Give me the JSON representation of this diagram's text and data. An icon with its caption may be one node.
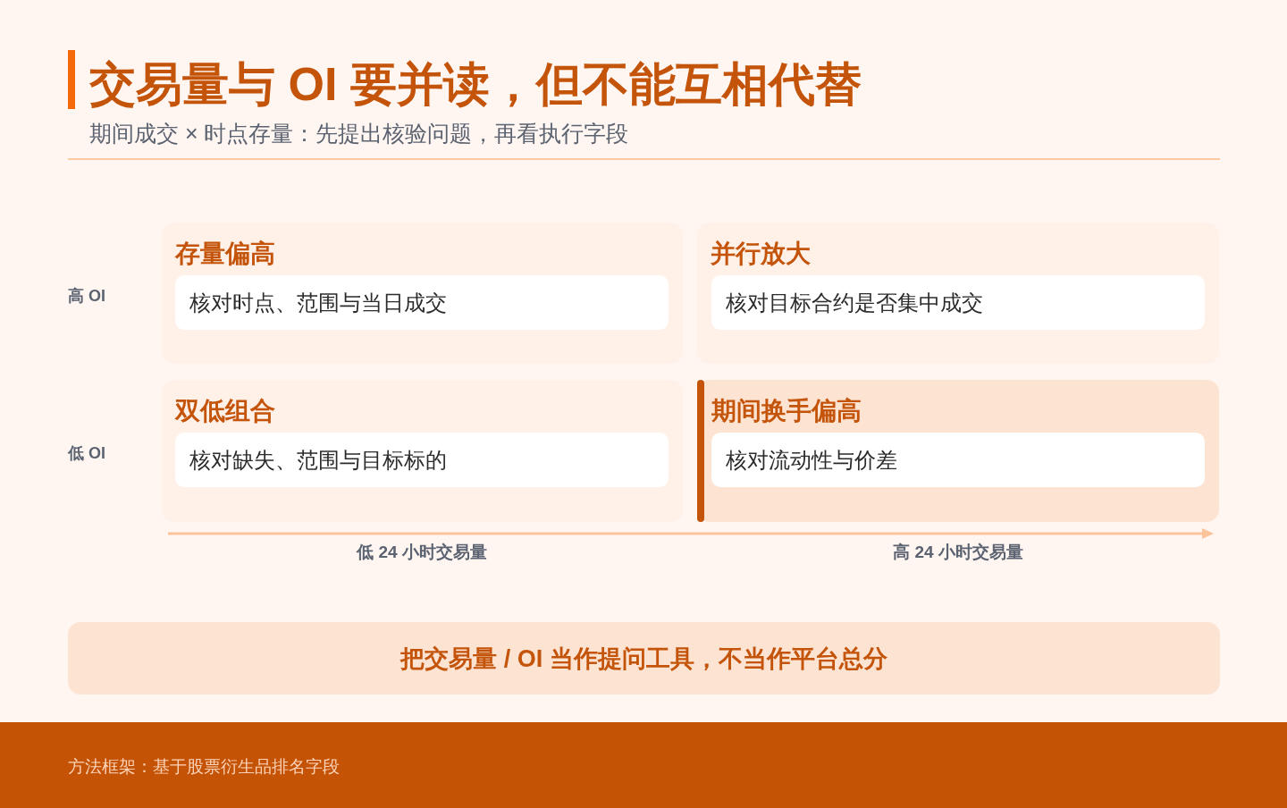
{
  "diagram": {
    "title": "交易量与 OI 要并读，但不能互相代替",
    "nodes": [
      {
        "text": [
          "存量偏高"
        ]
      },
      {
        "text": [
          "核对时点、范围与当日成交"
        ],
        "in": 0
      },
      {
        "text": [
          "并行放大"
        ]
      },
      {
        "text": [
          "核对目标合约是否集中成交"
        ],
        "in": 2
      },
      {
        "text": [
          "双低组合"
        ]
      },
      {
        "text": [
          "核对缺失、范围与目标标的"
        ],
        "in": 4
      },
      {
        "text": [
          "期间换手偏高"
        ]
      },
      {
        "text": [
          "核对流动性与价差"
        ],
        "in": 6
      },
      {
        "text": [
          "把交易量 / OI 当作提问工具，不当作平台总分"
        ]
      },
      {
        "text": [
          "方法框架：基于股票衍生品排名字段"
        ]
      }
    ],
    "labels": [
      "期间成交 × 时点存量：先提出核验问题，再看执行字段",
      "高 OI",
      "低 OI",
      "低 24 小时交易量",
      "高 24 小时交易量"
    ]
  }
}
